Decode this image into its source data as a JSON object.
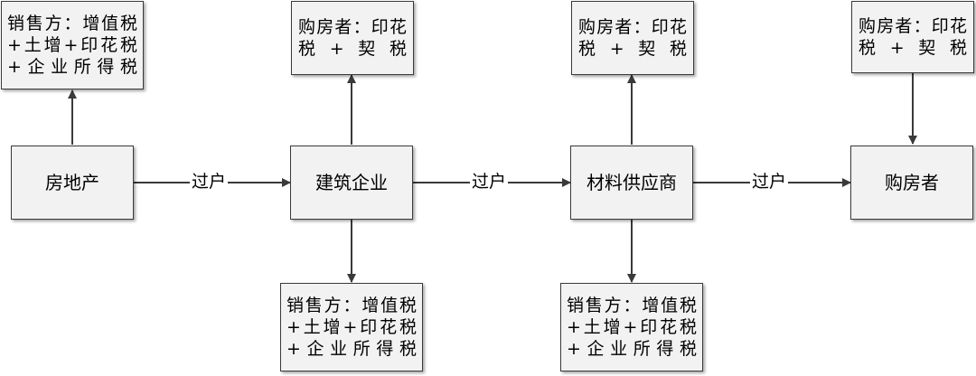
{
  "nodes": {
    "real_estate": "房地产",
    "construction": "建筑企业",
    "supplier": "材料供应商",
    "buyer": "购房者"
  },
  "taxes": {
    "seller_1": "销售方：增值税+土增+印花税+企业所得税",
    "buyer_2": "购房者：印花税+契税",
    "seller_2": "销售方：增值税+土增+印花税+企业所得税",
    "buyer_3": "购房者：印花税+契税",
    "seller_3": "销售方：增值税+土增+印花税+企业所得税",
    "buyer_4": "购房者：印花税+契税"
  },
  "edges": {
    "transfer_1": "过户",
    "transfer_2": "过户",
    "transfer_3": "过户"
  }
}
